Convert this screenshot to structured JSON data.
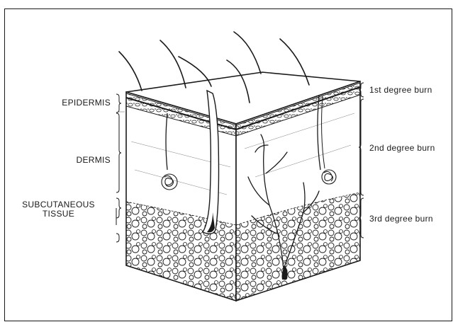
{
  "layers": {
    "epidermis": "EPIDERMIS",
    "dermis": "DERMIS",
    "subcutaneous_line1": "SUBCUTANEOUS",
    "subcutaneous_line2": "TISSUE"
  },
  "burns": {
    "first": "1st degree burn",
    "second": "2nd degree burn",
    "third": "3rd degree burn"
  },
  "colors": {
    "ink": "#1a1a1a",
    "background": "#ffffff"
  }
}
